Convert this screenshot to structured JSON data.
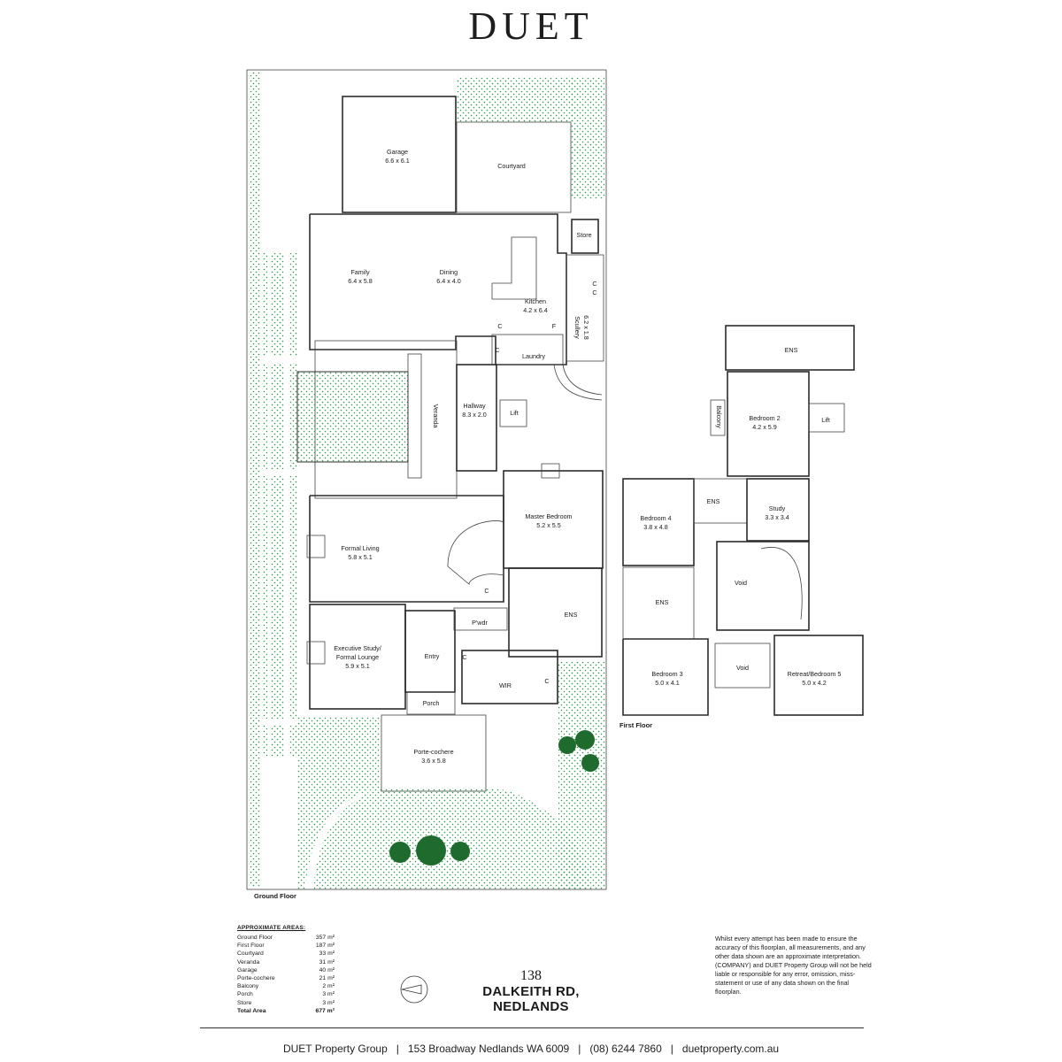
{
  "brand": "DUET",
  "floors": {
    "ground": "Ground Floor",
    "first": "First Floor"
  },
  "ground_rooms": {
    "garage": {
      "name": "Garage",
      "dim": "6.6 x 6.1"
    },
    "courtyard": {
      "name": "Courtyard"
    },
    "store": {
      "name": "Store"
    },
    "family": {
      "name": "Family",
      "dim": "6.4 x 5.8"
    },
    "dining": {
      "name": "Dining",
      "dim": "6.4 x 4.0"
    },
    "kitchen": {
      "name": "Kitchen",
      "dim": "4.2 x 6.4"
    },
    "scullery": {
      "name": "Scullery",
      "dim": "6.2 x 1.8"
    },
    "laundry": {
      "name": "Laundry"
    },
    "veranda": {
      "name": "Veranda"
    },
    "hallway": {
      "name": "Hallway",
      "dim": "8.3 x 2.0"
    },
    "lift": {
      "name": "Lift"
    },
    "master": {
      "name": "Master Bedroom",
      "dim": "5.2 x 5.5"
    },
    "formal_living": {
      "name": "Formal Living",
      "dim": "5.8 x 5.1"
    },
    "ens": {
      "name": "ENS"
    },
    "pwdr": {
      "name": "P'wdr"
    },
    "exec_study_1": "Executive Study/",
    "exec_study_2": "Formal Lounge",
    "exec_study_dim": "5.9 x 5.1",
    "entry": {
      "name": "Entry"
    },
    "wir": {
      "name": "WIR"
    },
    "porch": {
      "name": "Porch"
    },
    "porte": {
      "name": "Porte-cochere",
      "dim": "3.6 x 5.8"
    },
    "fixture_c": "C",
    "fixture_f": "F"
  },
  "first_rooms": {
    "ens_top": {
      "name": "ENS"
    },
    "bed2": {
      "name": "Bedroom 2",
      "dim": "4.2 x 5.9"
    },
    "lift": {
      "name": "Lift"
    },
    "balcony": {
      "name": "Balcony"
    },
    "bed4": {
      "name": "Bedroom 4",
      "dim": "3.8 x 4.8"
    },
    "ens_mid": {
      "name": "ENS"
    },
    "study": {
      "name": "Study",
      "dim": "3.3 x 3.4"
    },
    "void1": {
      "name": "Void"
    },
    "ens_low": {
      "name": "ENS"
    },
    "bed3": {
      "name": "Bedroom 3",
      "dim": "5.0 x 4.1"
    },
    "void2": {
      "name": "Void"
    },
    "retreat": {
      "name": "Retreat/Bedroom 5",
      "dim": "5.0 x 4.2"
    }
  },
  "areas": {
    "heading": "APPROXIMATE AREAS:",
    "rows": [
      {
        "name": "Ground Floor",
        "value": "357 m²"
      },
      {
        "name": "First Floor",
        "value": "187 m²"
      },
      {
        "name": "Courtyard",
        "value": "33 m²"
      },
      {
        "name": "Veranda",
        "value": "31 m²"
      },
      {
        "name": "Garage",
        "value": "40 m²"
      },
      {
        "name": "Porte-cochere",
        "value": "21 m²"
      },
      {
        "name": "Balcony",
        "value": "2 m²"
      },
      {
        "name": "Porch",
        "value": "3 m²"
      },
      {
        "name": "Store",
        "value": "3 m²"
      }
    ],
    "total": {
      "name": "Total Area",
      "value": "677 m²"
    }
  },
  "address": {
    "number": "138",
    "line1": "DALKEITH RD,",
    "line2": "NEDLANDS"
  },
  "disclaimer": "Whilst every attempt has been made to ensure the accuracy of this floorplan, all measurements, and any other data shown are an approximate interpretation. (COMPANY) and DUET Property Group will not be held liable or responsible for any error, omission, miss-statement or use of any data shown on the final floorplan.",
  "footer": {
    "company": "DUET Property Group",
    "address": "153 Broadway Nedlands WA 6009",
    "phone": "(08) 6244 7860",
    "website": "duetproperty.com.au"
  },
  "colors": {
    "garden": "#1f8a3c",
    "paving": "#d9d9d9",
    "wet": "#cfe8f5",
    "tree": "#1f6b2e"
  }
}
